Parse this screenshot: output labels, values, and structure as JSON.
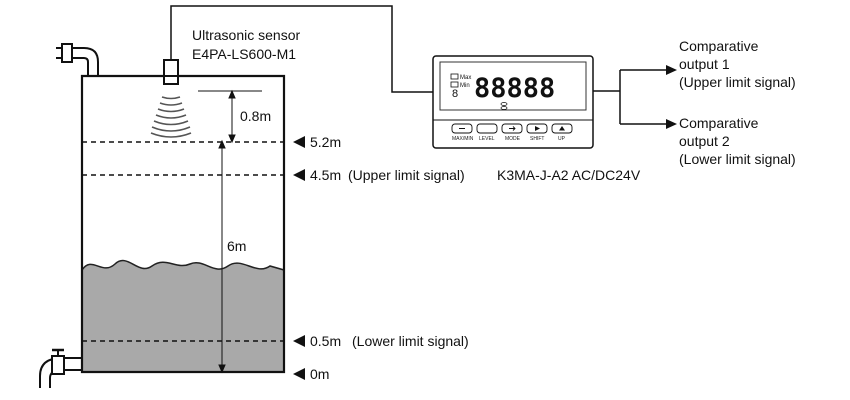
{
  "sensor": {
    "title": "Ultrasonic sensor",
    "model": "E4PA-LS600-M1"
  },
  "controller": {
    "model": "K3MA-J-A2 AC/DC24V",
    "display_value": "88888",
    "indicators": [
      "Max",
      "Min",
      "8"
    ],
    "buttons": [
      "MAX/MIN",
      "LEVEL",
      "MODE",
      "SHIFT",
      "UP"
    ]
  },
  "outputs": [
    {
      "line1": "Comparative",
      "line2": "output 1",
      "line3": "(Upper limit signal)"
    },
    {
      "line1": "Comparative",
      "line2": "output 2",
      "line3": "(Lower limit signal)"
    }
  ],
  "dimensions": {
    "dead_zone": "0.8m",
    "tank_height": "6m"
  },
  "levels": [
    {
      "value": "5.2m",
      "note": ""
    },
    {
      "value": "4.5m",
      "note": "(Upper limit signal)"
    },
    {
      "value": "0.5m",
      "note": "(Lower limit signal)"
    },
    {
      "value": "0m",
      "note": ""
    }
  ]
}
